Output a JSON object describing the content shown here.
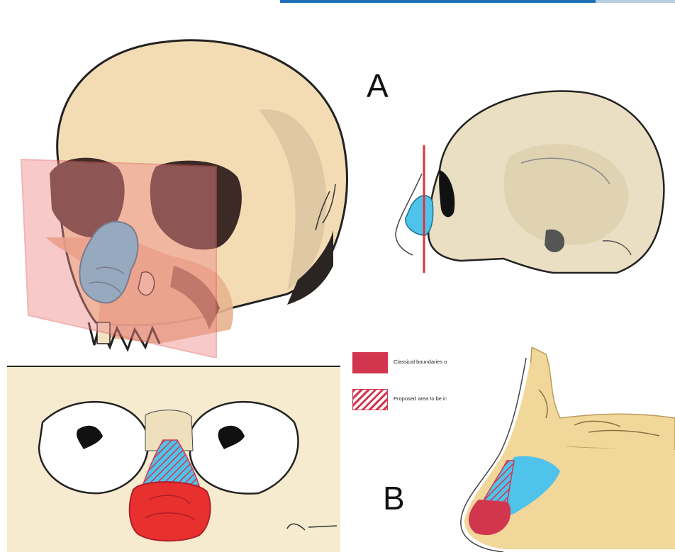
{
  "panel_labels": {
    "a": "A",
    "b": "B"
  },
  "legend": [
    {
      "label": "Classical boundaries of nose vestibule",
      "style": "solid"
    },
    {
      "label": "Proposed area to be included in nose vestibule",
      "style": "hatched"
    }
  ],
  "colors": {
    "bone": "#f3dcb4",
    "bone_side": "#eadfc2",
    "cartilage_blue": "#4fc3ea",
    "vestibule_red": "#d2364f",
    "plane_pink": "#f08a8a",
    "orbit_dark": "#3b2a26"
  }
}
